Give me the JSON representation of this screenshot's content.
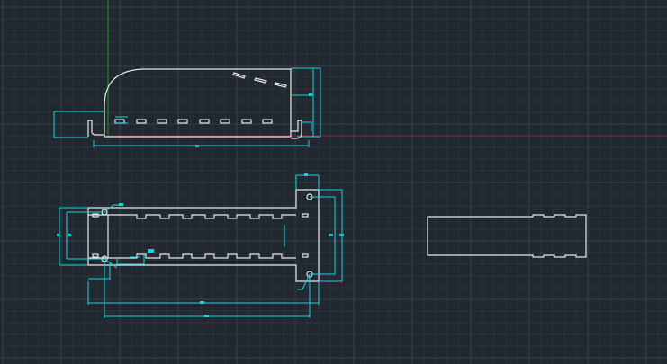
{
  "viewport": {
    "name": "cad-model-space",
    "background": "#212830",
    "grid_minor_color": "#2b323c",
    "grid_major_color": "#364049",
    "axis_x_color": "#8a2a2a",
    "axis_y_color": "#2f8a2f",
    "geometry_color": "#e8e8e8",
    "dimension_color": "#16d3dc",
    "grid_visible": true
  },
  "drawing": {
    "views": [
      "side-view",
      "top-view",
      "profile-view"
    ]
  }
}
